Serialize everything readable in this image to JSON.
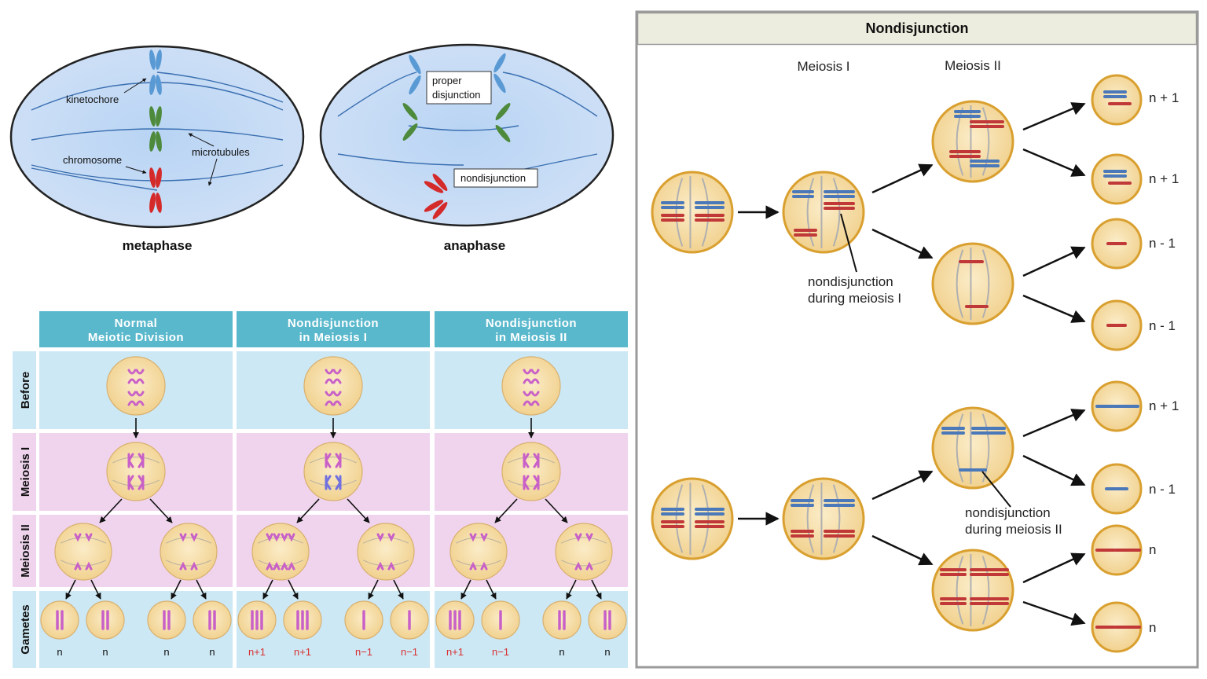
{
  "top": {
    "metaphase_label": "metaphase",
    "anaphase_label": "anaphase",
    "labels": {
      "kinetochore": "kinetochore",
      "chromosome": "chromosome",
      "microtubules": "microtubules",
      "proper_line1": "proper",
      "proper_line2": "disjunction",
      "nondisjunction": "nondisjunction"
    }
  },
  "table": {
    "columns": [
      {
        "line1": "Normal",
        "line2": "Meiotic Division"
      },
      {
        "line1": "Nondisjunction",
        "line2": "in Meiosis I"
      },
      {
        "line1": "Nondisjunction",
        "line2": "in Meiosis II"
      }
    ],
    "rows": [
      "Before",
      "Meiosis I",
      "Meiosis II",
      "Gametes"
    ],
    "gametes": [
      [
        "n",
        "n",
        "n",
        "n"
      ],
      [
        "n+1",
        "n+1",
        "n−1",
        "n−1"
      ],
      [
        "n+1",
        "n−1",
        "n",
        "n"
      ]
    ],
    "colors": {
      "header": "#5ab8cc",
      "blue_row": "#cce8f4",
      "pink_row": "#f0d4ee",
      "chromosome": "#c860c8"
    }
  },
  "right": {
    "title": "Nondisjunction",
    "col1": "Meiosis I",
    "col2": "Meiosis II",
    "top_ploidy": [
      "n + 1",
      "n + 1",
      "n - 1",
      "n - 1"
    ],
    "bottom_ploidy": [
      "n + 1",
      "n - 1",
      "n",
      "n"
    ],
    "annot1_line1": "nondisjunction",
    "annot1_line2": "during meiosis I",
    "annot2_line1": "nondisjunction",
    "annot2_line2": "during meiosis II",
    "colors": {
      "cell_fill": "#f6deaa",
      "cell_stroke": "#d9a030",
      "blue": "#4a78b8",
      "red": "#c03838"
    }
  }
}
